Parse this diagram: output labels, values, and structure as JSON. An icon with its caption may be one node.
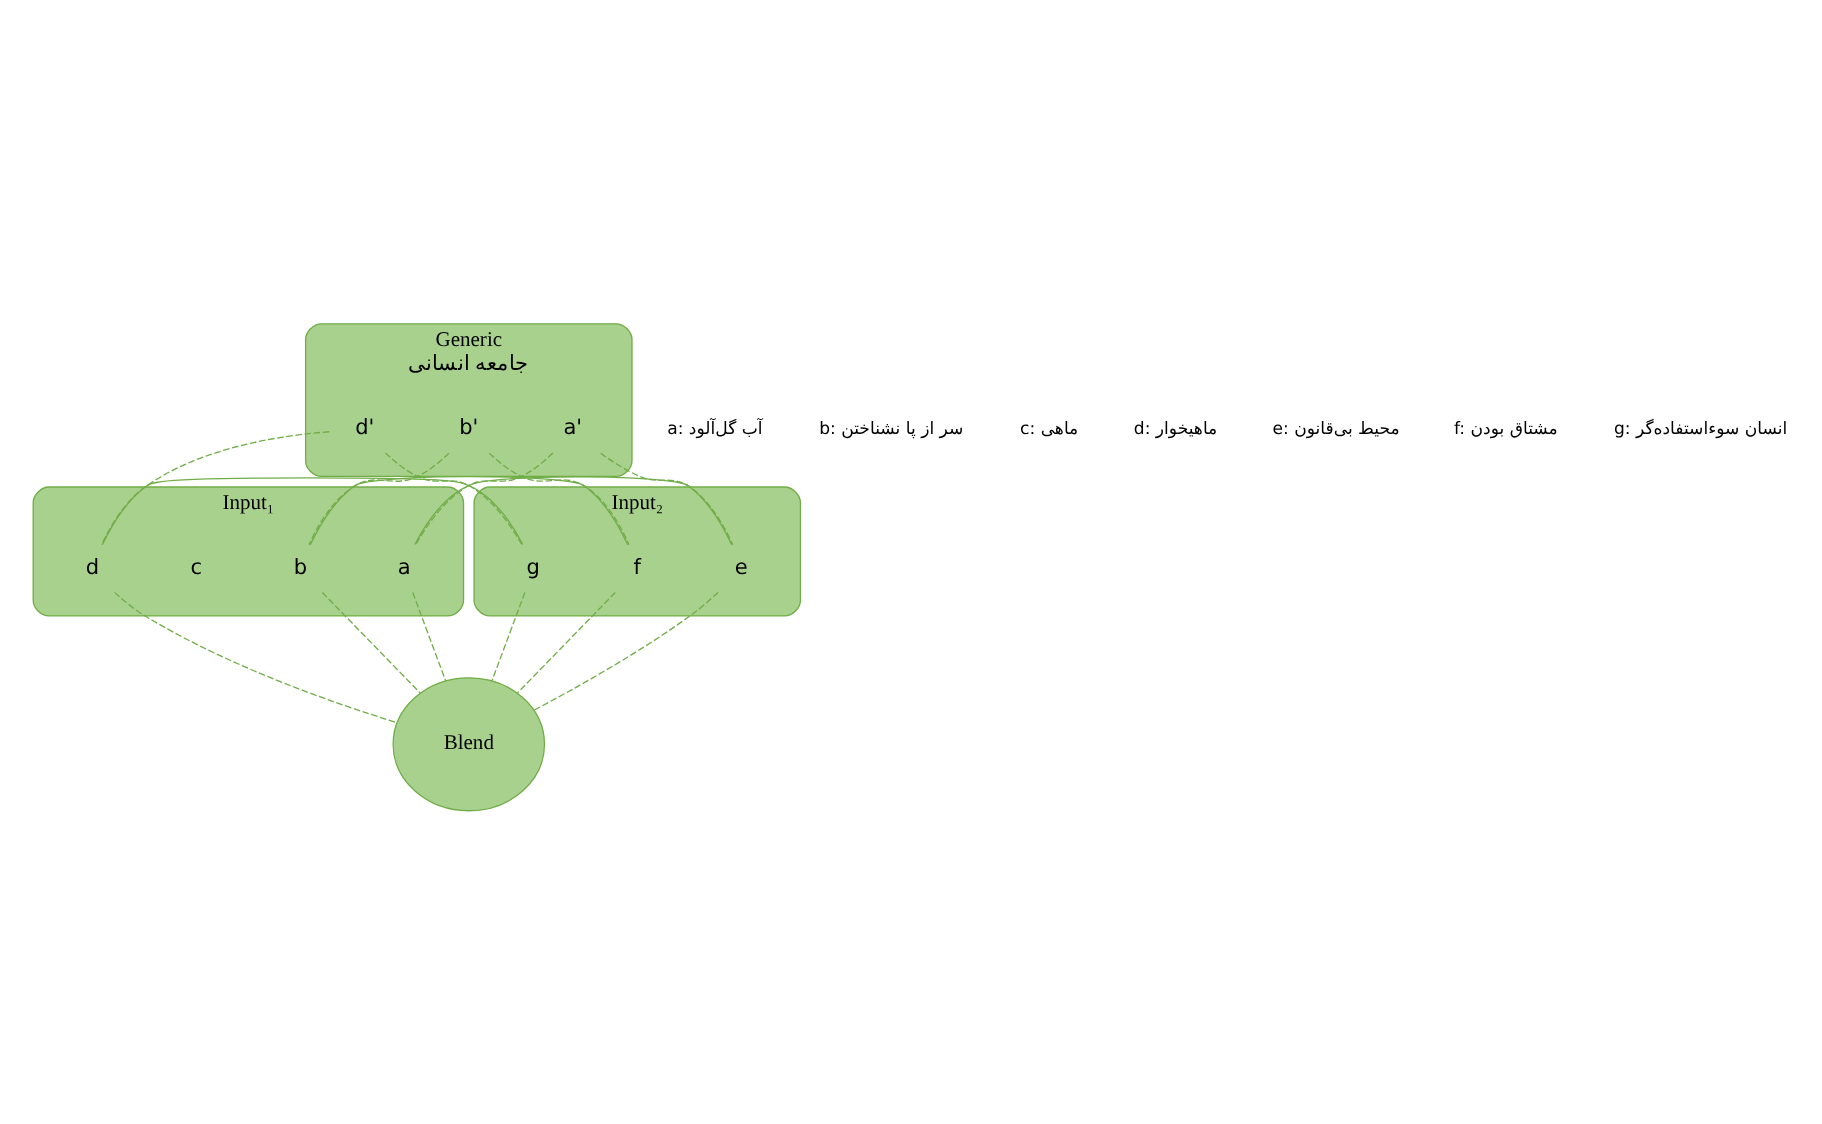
{
  "diagram": {
    "nodes": [
      {
        "text": [
          "Generic"
        ],
        "beside": [
          "جامعه انسانی"
        ]
      },
      {
        "text": [
          "a'"
        ],
        "in": 0
      },
      {
        "text": [
          "b'"
        ],
        "in": 0
      },
      {
        "text": [
          "d'"
        ],
        "in": 0
      },
      {
        "text": [
          "Input₁"
        ]
      },
      {
        "text": [
          "a"
        ],
        "in": 4
      },
      {
        "text": [
          "b"
        ],
        "in": 4
      },
      {
        "text": [
          "c"
        ],
        "in": 4
      },
      {
        "text": [
          "d"
        ],
        "in": 4
      },
      {
        "text": [
          "Input₂"
        ]
      },
      {
        "text": [
          "e"
        ],
        "in": 9
      },
      {
        "text": [
          "f"
        ],
        "in": 9
      },
      {
        "text": [
          "g"
        ],
        "in": 9
      },
      {
        "text": [
          "Blend"
        ]
      }
    ],
    "edges": [
      {
        "from": 1,
        "to": 5,
        "arrow": "none",
        "style": "dashed"
      },
      {
        "from": 1,
        "to": 10,
        "arrow": "none",
        "style": "dashed"
      },
      {
        "from": 2,
        "to": 6,
        "arrow": "none",
        "style": "dashed"
      },
      {
        "from": 2,
        "to": 11,
        "arrow": "none",
        "style": "dashed"
      },
      {
        "from": 3,
        "to": 8,
        "arrow": "none",
        "style": "dashed"
      },
      {
        "from": 3,
        "to": 12,
        "arrow": "none",
        "style": "dashed"
      },
      {
        "from": 5,
        "to": 10,
        "arrow": "none"
      },
      {
        "from": 6,
        "to": 11,
        "arrow": "none"
      },
      {
        "from": 8,
        "to": 12,
        "arrow": "none"
      },
      {
        "from": 5,
        "to": 13,
        "arrow": "none",
        "style": "dashed"
      },
      {
        "from": 6,
        "to": 13,
        "arrow": "none",
        "style": "dashed"
      },
      {
        "from": 8,
        "to": 13,
        "arrow": "none",
        "style": "dashed"
      },
      {
        "from": 10,
        "to": 13,
        "arrow": "none",
        "style": "dashed"
      },
      {
        "from": 11,
        "to": 13,
        "arrow": "none",
        "style": "dashed"
      },
      {
        "from": 12,
        "to": 13,
        "arrow": "none",
        "style": "dashed"
      }
    ],
    "labels": [
      "a: آب گل‌آلود",
      "b: سر از پا نشناختن",
      "c: ماهی",
      "d: ماهیخوار",
      "e: محیط بی‌قانون",
      "f: مشتاق بودن",
      "g: انسان سوءاستفاده‌گر"
    ]
  }
}
